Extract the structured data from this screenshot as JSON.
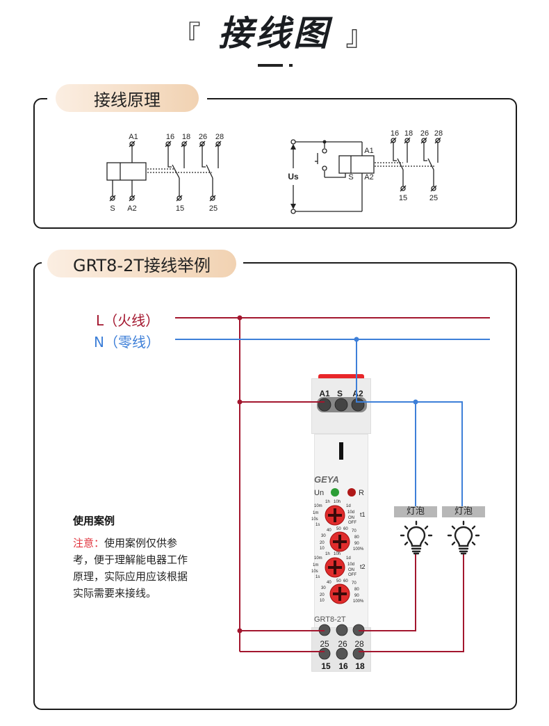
{
  "header": {
    "title": "接线图",
    "open_bracket": "『",
    "close_bracket": "』"
  },
  "principle": {
    "heading": "接线原理",
    "diagram_left": {
      "top_terminals": [
        "A1",
        "16",
        "18",
        "26",
        "28"
      ],
      "bottom_terminals": [
        "S",
        "A2",
        "15",
        "25"
      ]
    },
    "diagram_right": {
      "supply_label": "Us",
      "coil_terminals": [
        "A1",
        "S",
        "A2"
      ],
      "top_terminals": [
        "16",
        "18",
        "26",
        "28"
      ],
      "bottom_terminals": [
        "15",
        "25"
      ]
    }
  },
  "example": {
    "heading": "GRT8-2T接线举例",
    "line_L": "L（火线）",
    "line_N": "N（零线）",
    "colors": {
      "live": "#a3162e",
      "neutral": "#3d7fd8"
    },
    "usage_title": "使用案例",
    "usage_note_label": "注意：",
    "usage_note_text": "使用案例仅供参考，便于理解能电器工作原理，实际应用应该根据实际需要来接线。",
    "bulbs": [
      {
        "label": "灯泡"
      },
      {
        "label": "灯泡"
      }
    ],
    "device": {
      "brand": "GEYA",
      "model": "GRT8-2T",
      "top_terminals": [
        "A1",
        "S",
        "A2"
      ],
      "indicators": [
        "Un",
        "R"
      ],
      "timer_t1": {
        "label": "t1",
        "left_scale": [
          "10m",
          "1m",
          "10s",
          "1s"
        ],
        "top_scale": [
          "1h",
          "10h",
          "1d"
        ],
        "right_scale": [
          "10d",
          "ON",
          "OFF"
        ]
      },
      "percent_scale": {
        "left": [
          "40",
          "30",
          "20",
          "10"
        ],
        "top": [
          "50",
          "60",
          "70"
        ],
        "right": [
          "80",
          "90",
          "100%"
        ]
      },
      "timer_t2": {
        "label": "t2",
        "left_scale": [
          "10m",
          "1m",
          "10s",
          "1s"
        ],
        "top_scale": [
          "1h",
          "10h",
          "1d"
        ],
        "right_scale": [
          "10d",
          "ON",
          "OFF"
        ]
      },
      "mid_terminals": [
        "25",
        "26",
        "28"
      ],
      "bottom_terminals": [
        "15",
        "16",
        "18"
      ]
    }
  }
}
